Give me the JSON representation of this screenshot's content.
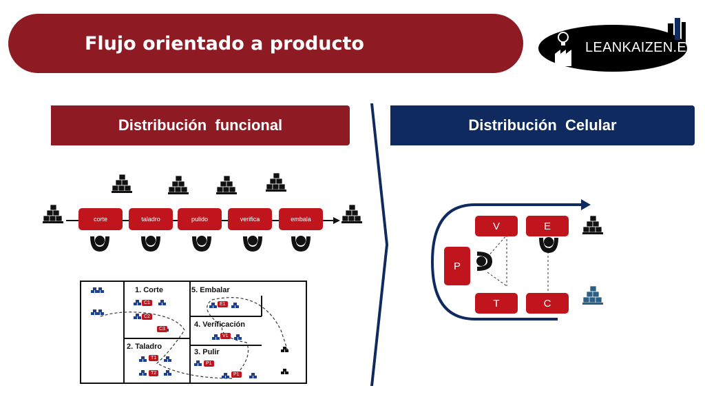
{
  "title": "Flujo orientado a producto",
  "logo": {
    "text": "LEANKAIZEN.ES",
    "icon": "factory-lightbulb-icon"
  },
  "left": {
    "header": "Distribución  funcional",
    "stages": [
      "corte",
      "taladro",
      "pulido",
      "verifica",
      "embala"
    ],
    "floorplan": {
      "areas": [
        "1. Corte",
        "2. Taladro",
        "3. Pulir",
        "4. Verificación",
        "5. Embalar"
      ],
      "chips": [
        "C1",
        "C2",
        "C3",
        "T1",
        "T2",
        "P1",
        "P1",
        "V1",
        "E1"
      ]
    }
  },
  "right": {
    "header": "Distribución  Celular",
    "cells": [
      "V",
      "E",
      "P",
      "T",
      "C"
    ]
  },
  "colors": {
    "brand_red": "#8e1a23",
    "box_red": "#c0151d",
    "navy": "#0f2a5e",
    "teal_stack": "#2a5f86"
  }
}
